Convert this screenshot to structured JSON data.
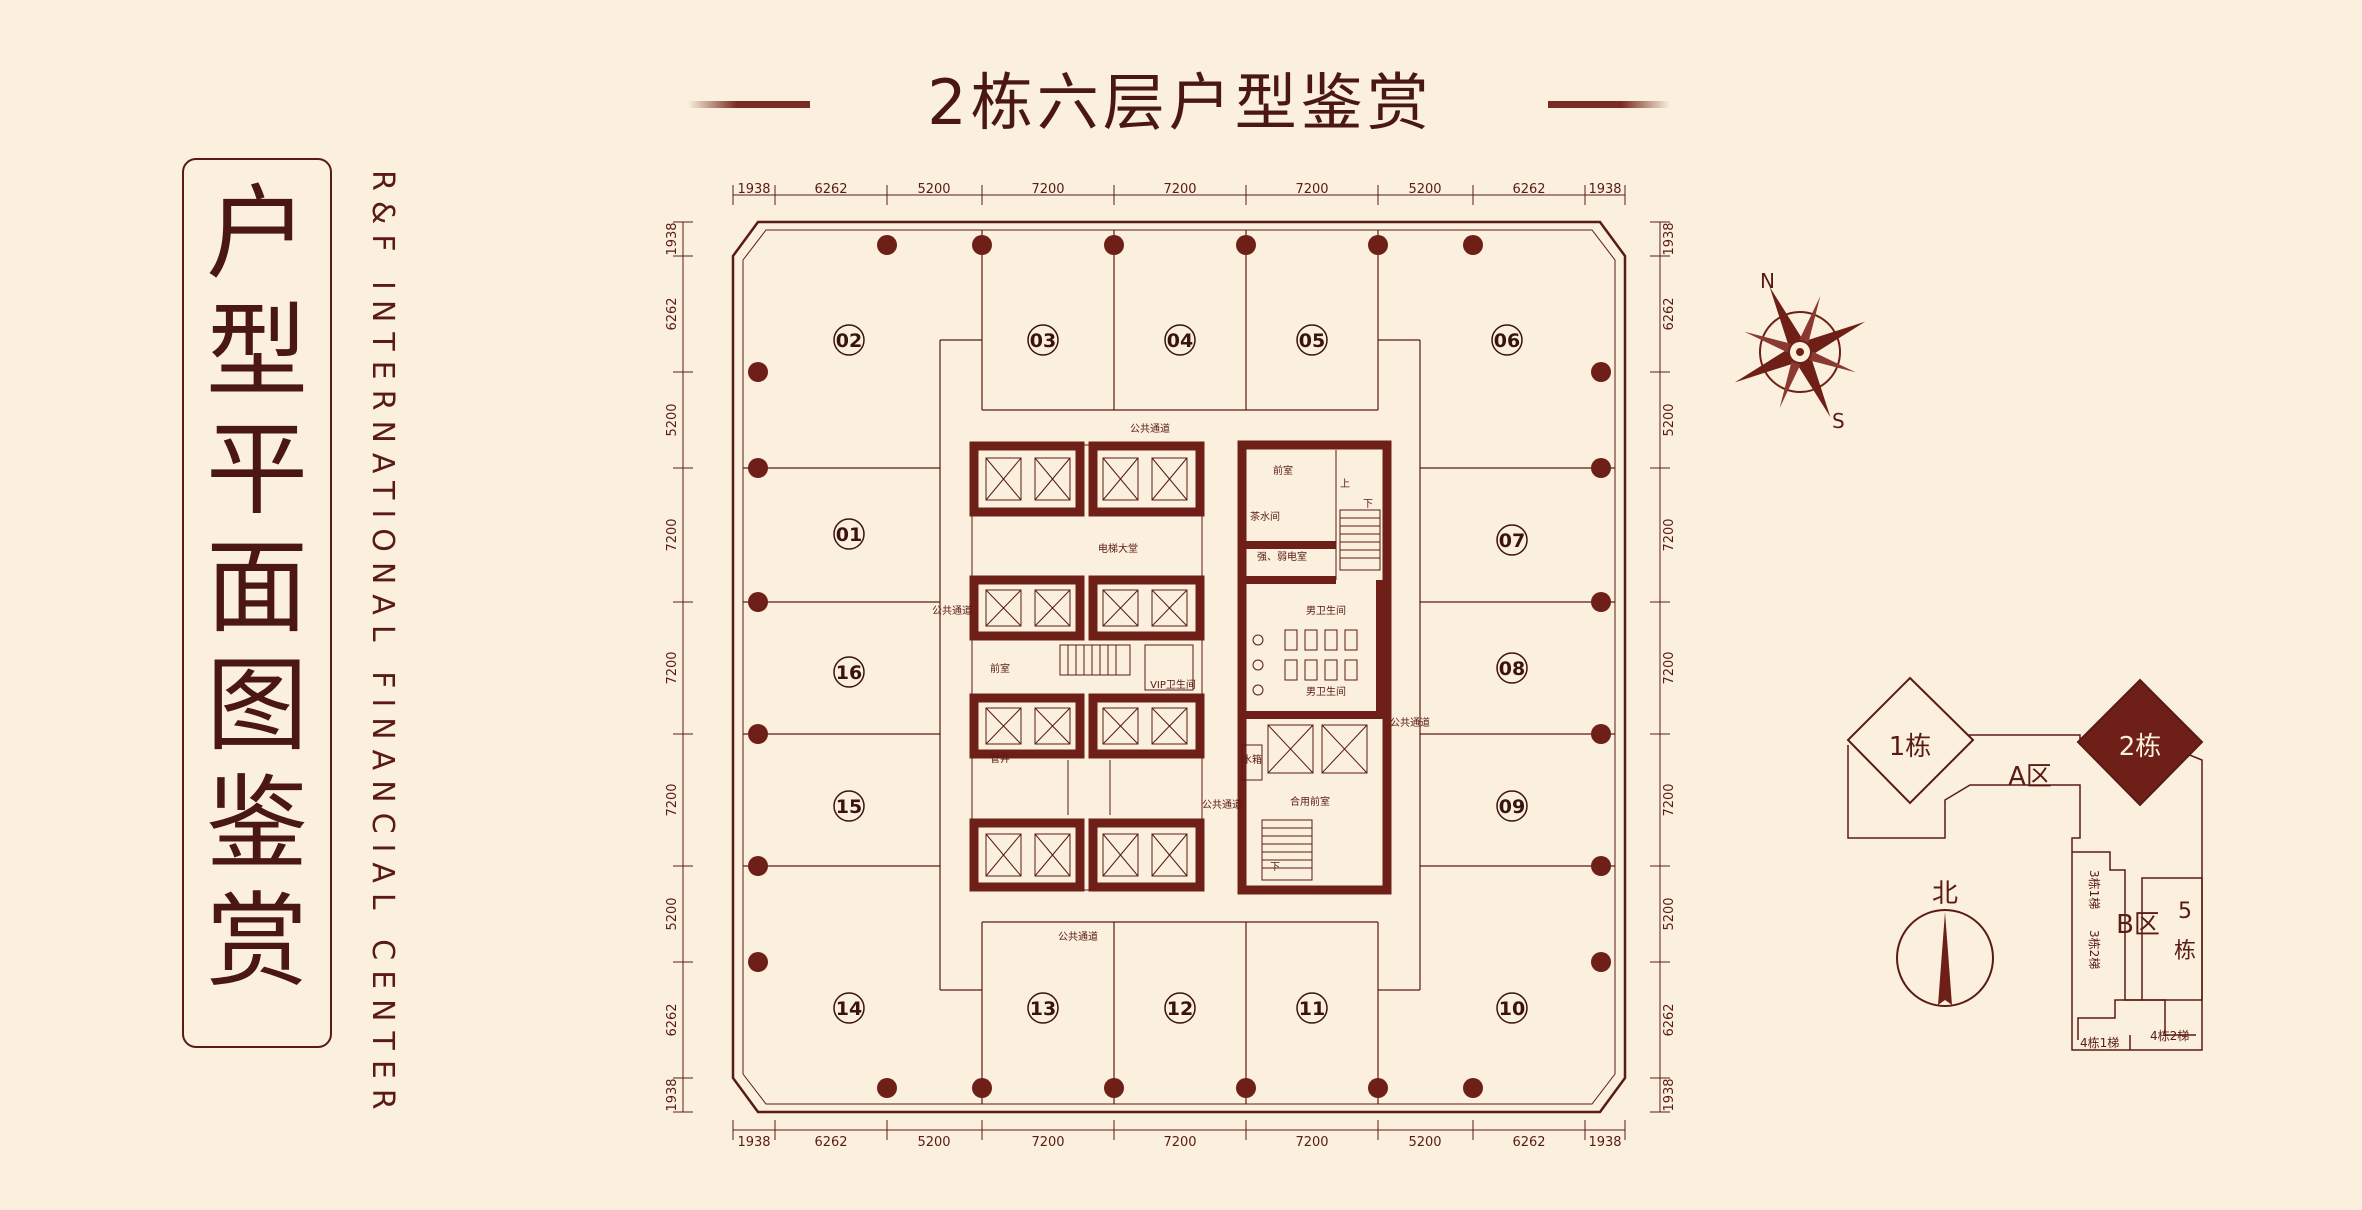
{
  "header": {
    "title": "2栋六层户型鉴赏"
  },
  "side": {
    "title_chars": [
      "户",
      "型",
      "平",
      "面",
      "图",
      "鉴",
      "赏"
    ],
    "english": "R&F INTERNATIONAL FINANCIAL CENTER"
  },
  "plan": {
    "dims_horizontal": [
      "1938",
      "6262",
      "5200",
      "7200",
      "7200",
      "7200",
      "5200",
      "6262",
      "1938"
    ],
    "dims_vertical": [
      "1938",
      "6262",
      "5200",
      "7200",
      "7200",
      "7200",
      "5200",
      "6262",
      "1938"
    ],
    "units": [
      "01",
      "02",
      "03",
      "04",
      "05",
      "06",
      "07",
      "08",
      "09",
      "10",
      "11",
      "12",
      "13",
      "14",
      "15",
      "16"
    ],
    "rooms": {
      "corridor_top": "公共通道",
      "corridor_bottom": "公共通道",
      "corridor_left": "公共通道",
      "corridor_right": "公共通道",
      "corridor_mid": "公共通道",
      "elevator_hall": "电梯大堂",
      "front_room_1": "前室",
      "front_room_2": "前室",
      "tea_room": "茶水间",
      "electric_room": "强、弱电室",
      "male_wc_1": "男卫生间",
      "male_wc_2": "男卫生间",
      "vip_wc": "VIP卫生间",
      "shared_front": "合用前室",
      "up_1": "上",
      "down_1": "下",
      "down_2": "下",
      "tank": "水箱",
      "shaft": "管井"
    }
  },
  "compass": {
    "n": "N",
    "s": "S"
  },
  "site": {
    "bldg1": "1栋",
    "bldg2": "2栋",
    "zone_a": "A区",
    "zone_b": "B区",
    "bldg5_a": "5",
    "bldg5_b": "栋",
    "b3_1": "3栋1梯",
    "b3_2": "3栋2梯",
    "b4_1": "4栋1梯",
    "b4_2": "4栋2梯",
    "north": "北"
  },
  "colors": {
    "background": "#faf0dd",
    "accent": "#5a1a16",
    "core": "#6e1f18",
    "selected": "#6e1f18"
  }
}
